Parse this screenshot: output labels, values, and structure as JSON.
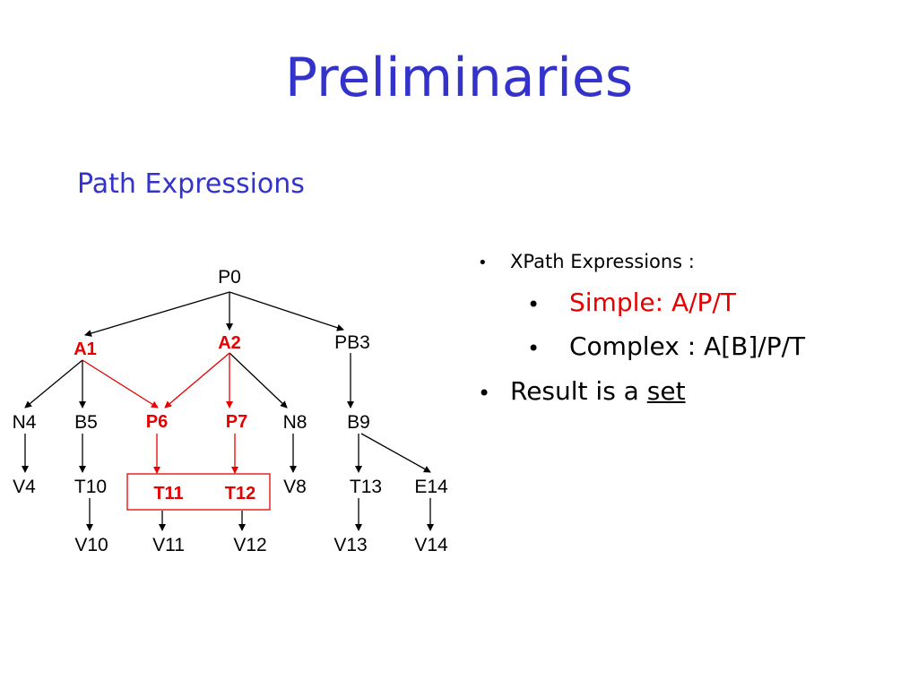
{
  "slide": {
    "title": "Preliminaries",
    "subtitle": "Path Expressions"
  },
  "tree": {
    "nodes": {
      "P0": "P0",
      "A1": "A1",
      "A2": "A2",
      "PB3": "PB3",
      "N4": "N4",
      "B5": "B5",
      "P6": "P6",
      "P7": "P7",
      "N8": "N8",
      "B9": "B9",
      "V4": "V4",
      "T10": "T10",
      "T11": "T11",
      "T12": "T12",
      "V8": "V8",
      "T13": "T13",
      "E14": "E14",
      "V10": "V10",
      "V11": "V11",
      "V12": "V12",
      "V13": "V13",
      "V14": "V14"
    },
    "highlight_color": "#e60000"
  },
  "bullets": {
    "b1": "XPath Expressions :",
    "b1a": "Simple: A/P/T",
    "b1b": "Complex : A[B]/P/T",
    "b2_prefix": "Result is a ",
    "b2_underlined": "set",
    "marker": "•"
  }
}
